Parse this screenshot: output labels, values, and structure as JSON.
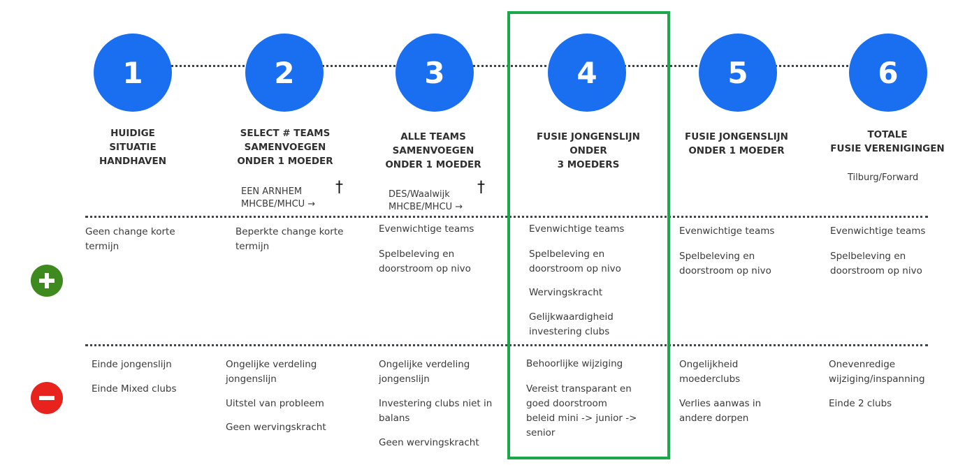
{
  "steps": [
    {
      "number": "1",
      "heading": "HUIDIGE\nSITUATIE\nHANDHAVEN",
      "note": "",
      "cross": false,
      "pros": [
        "Geen change korte\ntermijn"
      ],
      "cons": [
        "Einde jongenslijn",
        "Einde Mixed clubs"
      ]
    },
    {
      "number": "2",
      "heading": "SELECT # TEAMS\nSAMENVOEGEN\nONDER 1 MOEDER",
      "note": "EEN ARNHEM\nMHCBE/MHCU  →",
      "cross": true,
      "pros": [
        "Beperkte change korte\ntermijn"
      ],
      "cons": [
        "Ongelijke verdeling\njongenslijn",
        "Uitstel van probleem",
        "Geen wervingskracht"
      ]
    },
    {
      "number": "3",
      "heading": "ALLE TEAMS\nSAMENVOEGEN\nONDER 1 MOEDER",
      "note": "DES/Waalwijk\nMHCBE/MHCU  →",
      "cross": true,
      "pros": [
        "Evenwichtige teams",
        "Spelbeleving en\ndoorstroom op nivo"
      ],
      "cons": [
        "Ongelijke verdeling\njongenslijn",
        "Investering clubs niet in\nbalans",
        "Geen wervingskracht"
      ]
    },
    {
      "number": "4",
      "heading": "FUSIE JONGENSLIJN\nONDER\n3 MOEDERS",
      "note": "",
      "cross": false,
      "pros": [
        "Evenwichtige teams",
        "Spelbeleving en\ndoorstroom op nivo",
        "Wervingskracht",
        "Gelijkwaardigheid\ninvestering clubs"
      ],
      "cons": [
        "Behoorlijke wijziging",
        "Vereist transparant en\ngoed doorstroom\nbeleid mini -> junior ->\nsenior"
      ]
    },
    {
      "number": "5",
      "heading": "FUSIE JONGENSLIJN\nONDER 1 MOEDER",
      "note": "",
      "cross": false,
      "pros": [
        "Evenwichtige teams",
        "Spelbeleving en\ndoorstroom op nivo"
      ],
      "cons": [
        "Ongelijkheid\nmoederclubs",
        "Verlies aanwas in\nandere dorpen"
      ]
    },
    {
      "number": "6",
      "heading": "TOTALE\nFUSIE VERENIGINGEN",
      "note": "Tilburg/Forward",
      "cross": false,
      "pros": [
        "Evenwichtige teams",
        "Spelbeleving en\ndoorstroom op nivo"
      ],
      "cons": [
        "Onevenredige\nwijziging/inspanning",
        "Einde 2 clubs"
      ]
    }
  ],
  "cross_symbol": "†",
  "highlighted_step": "4",
  "colors": {
    "circle": "#1a6ff0",
    "highlight": "#1aa84a",
    "plus": "#3f8a1e",
    "minus": "#e8221d"
  },
  "icons": {
    "plus": "plus-circle-icon",
    "minus": "minus-circle-icon"
  }
}
